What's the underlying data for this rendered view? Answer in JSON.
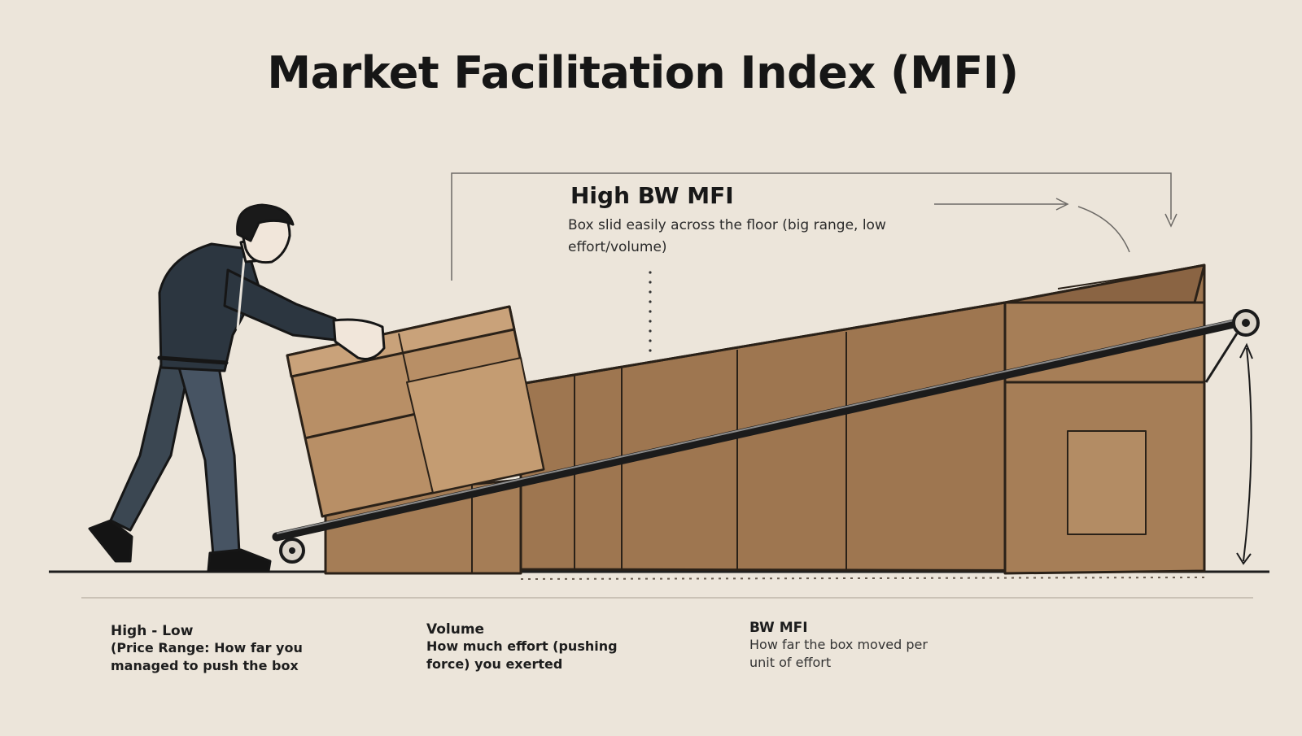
{
  "title": "Market Facilitation Index (MFI)",
  "callout": {
    "title": "High BW MFI",
    "text": "Box slid easily across the floor (big range, low effort/volume)"
  },
  "labels": [
    {
      "head": "High - Low",
      "body": "(Price Range: How far you managed to push the box"
    },
    {
      "head": "Volume",
      "body": "How much effort (pushing force) you exerted"
    },
    {
      "head": "BW MFI",
      "body": "How far the box moved per unit of effort"
    }
  ],
  "colors": {
    "background": "#ece5da",
    "box": "#a47c56",
    "box_light": "#c9a27a",
    "suit": "#2f3a44",
    "ink": "#161616"
  }
}
